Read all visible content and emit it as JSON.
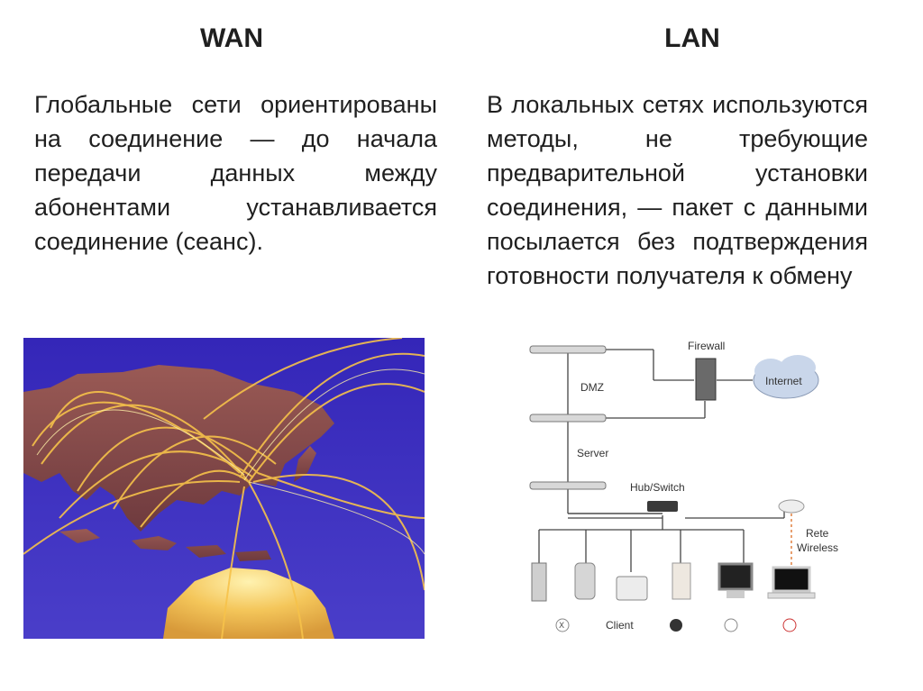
{
  "wan": {
    "heading": "WAN",
    "text": "Глобальные сети ориентированы на соединение — до начала передачи данных между абонентами устанавливается соединение (сеанс)."
  },
  "lan": {
    "heading": "LAN",
    "text": "В локальных сетях используются методы, не требующие предварительной установки соединения, — пакет с данными посылается без подтверждения готовности получателя к обмену"
  },
  "diagram": {
    "firewall": "Firewall",
    "internet": "Internet",
    "dmz": "DMZ",
    "server": "Server",
    "hub_switch": "Hub/Switch",
    "rete": "Rete",
    "wireless": "Wireless",
    "client": "Client"
  },
  "colors": {
    "map_background": "#3b2fb0",
    "land": "#8a4a4a",
    "arcs": "#f6c24a"
  }
}
